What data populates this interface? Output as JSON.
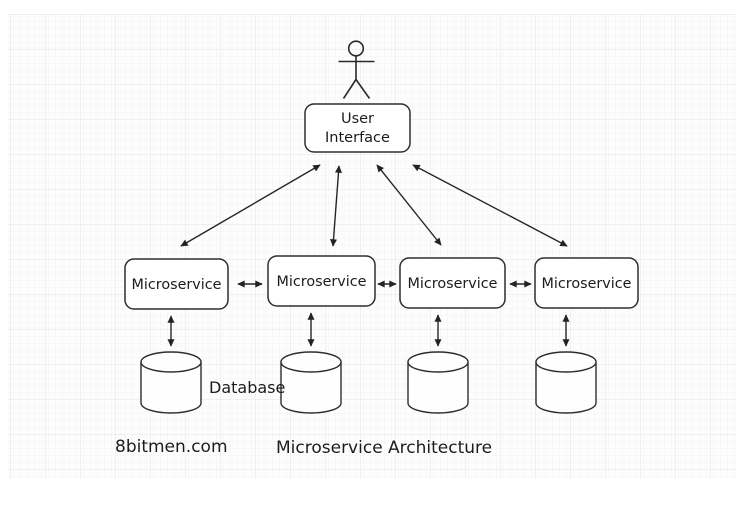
{
  "diagram": {
    "actor": {
      "icon": "person-stick-figure-icon"
    },
    "ui_box": {
      "line1": "User",
      "line2": "Interface"
    },
    "microservices": [
      {
        "label": "Microservice"
      },
      {
        "label": "Microservice"
      },
      {
        "label": "Microservice"
      },
      {
        "label": "Microservice"
      }
    ],
    "database_label": "Database",
    "watermark": "8bitmen.com",
    "caption": "Microservice Architecture",
    "colors": {
      "stroke": "#2e2e2e",
      "paper": "#fdfdfd",
      "grid_major": "#e3e3e3",
      "grid_minor": "#f5f4f4",
      "box_fill": "#ffffff"
    }
  }
}
